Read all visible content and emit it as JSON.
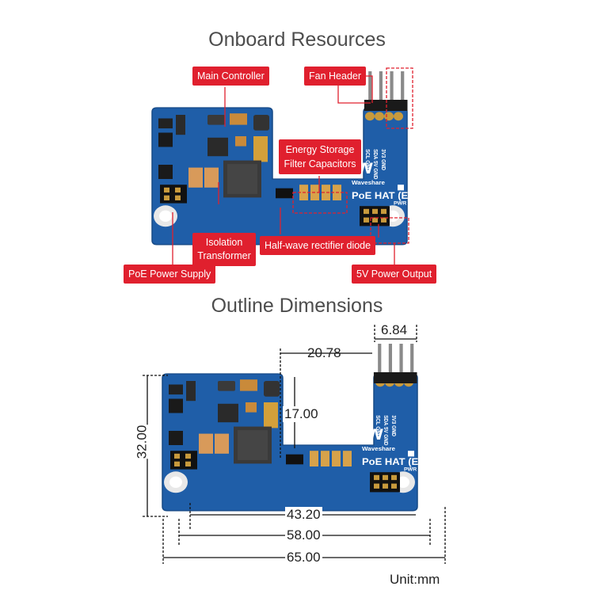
{
  "sections": {
    "onboard_title": "Onboard Resources",
    "outline_title": "Outline Dimensions"
  },
  "callouts": {
    "main_controller": "Main Controller",
    "fan_header": "Fan Header",
    "energy_storage": "Energy Storage Filter Capacitors",
    "isolation_transformer": "Isolation Transformer",
    "rectifier_diode": "Half-wave rectifier diode",
    "poe_power_supply": "PoE Power Supply",
    "power_output": "5V Power Output"
  },
  "board": {
    "brand": "Waveshare",
    "product": "PoE HAT (E)",
    "pwr_label": "PWR",
    "pin_row1": [
      "GND",
      "3V3",
      "5V",
      "SDA",
      "SCL"
    ],
    "pin_row2": [
      "GND",
      "5V",
      "GND"
    ]
  },
  "dimensions": {
    "fan_width": "6.84",
    "header_offset": "20.78",
    "notch_height": "17.00",
    "height": "32.00",
    "hole_spacing": "43.20",
    "inner_width": "58.00",
    "total_width": "65.00"
  },
  "unit_label": "Unit:mm",
  "colors": {
    "pcb_blue": "#1f5ea8",
    "callout_red": "#e0202e",
    "leader_red": "#e0202e"
  }
}
